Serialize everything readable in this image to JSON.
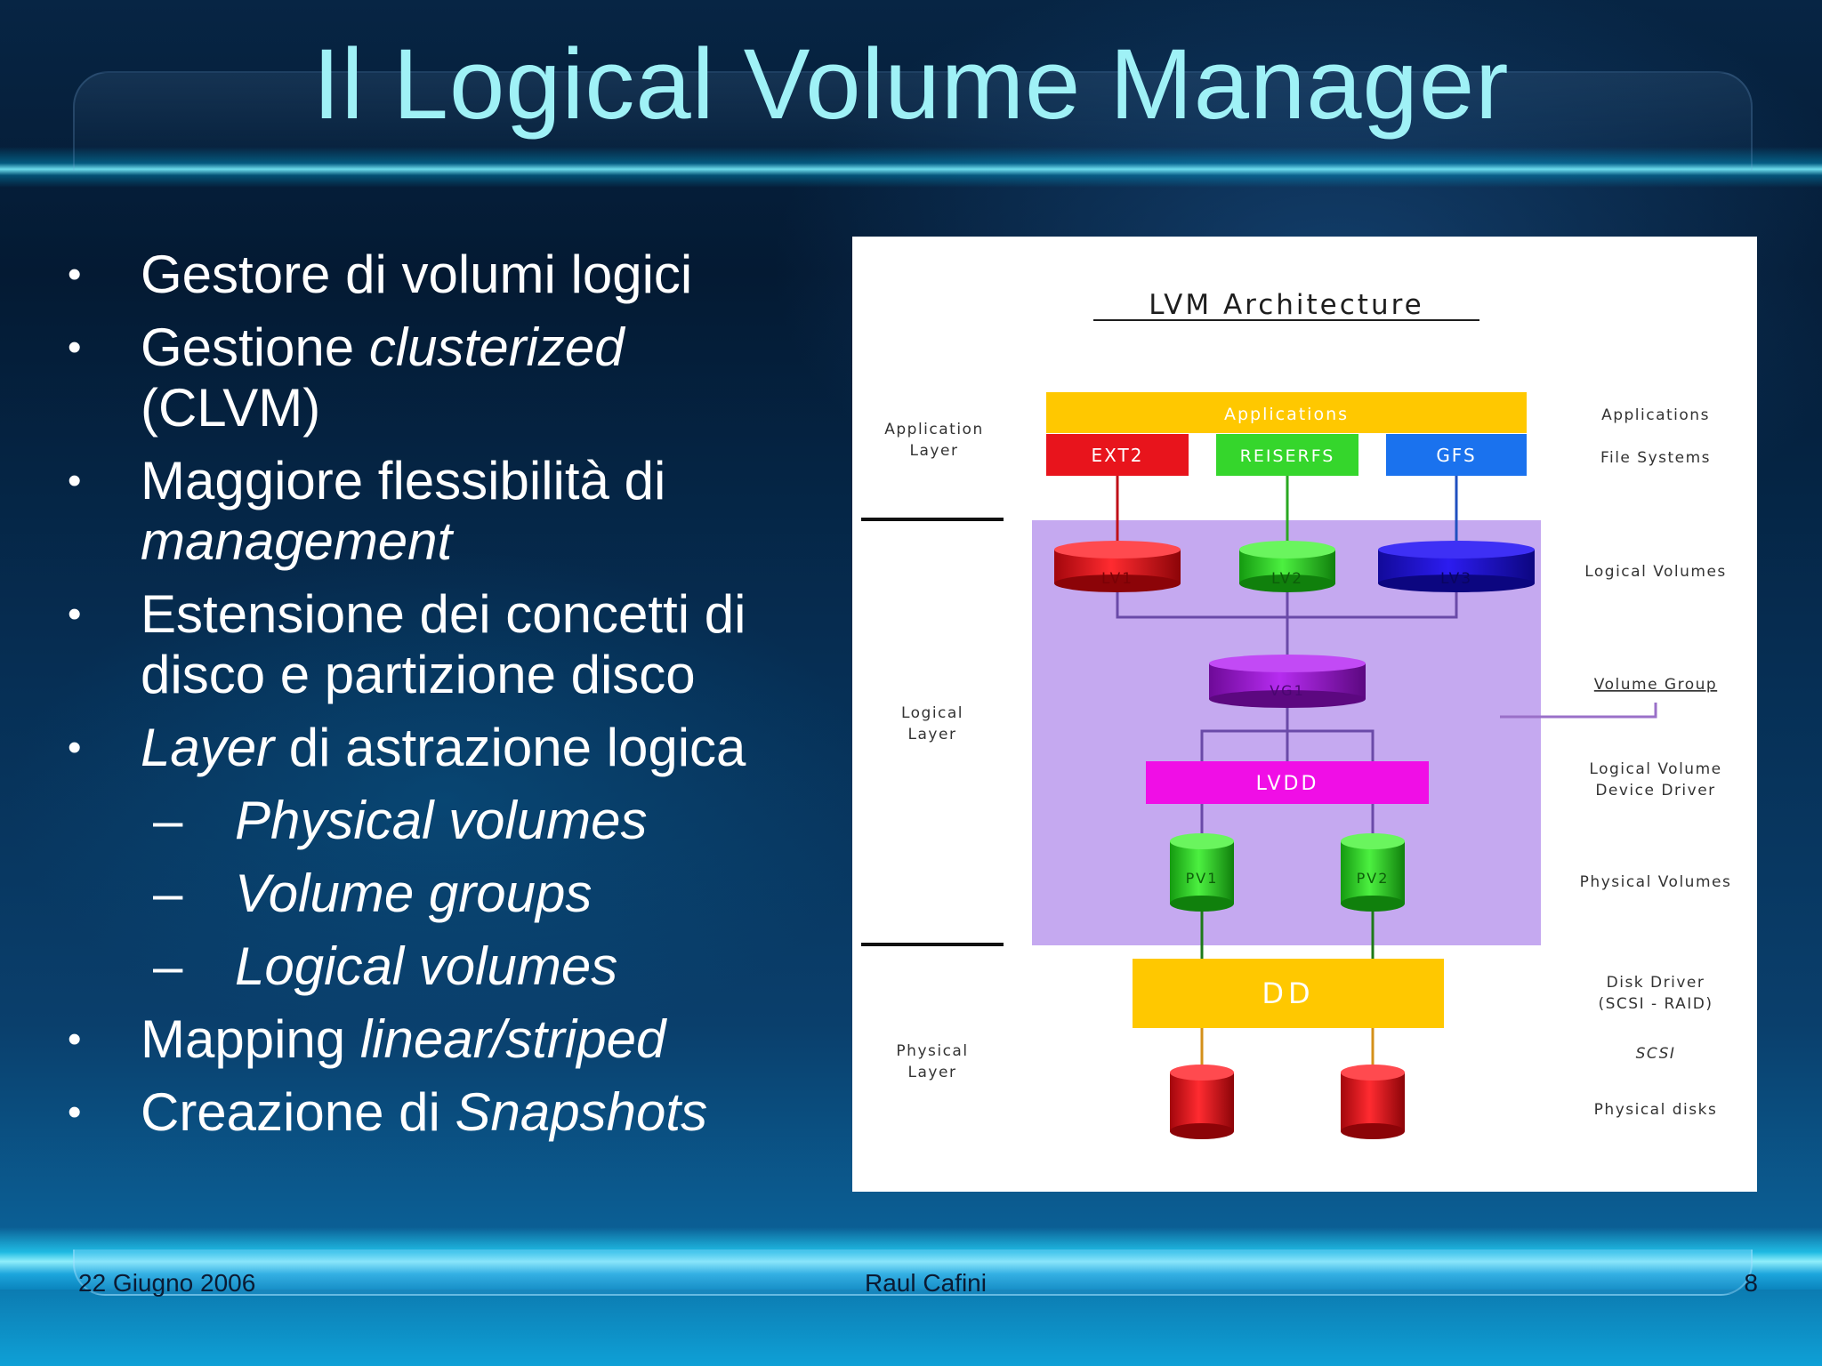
{
  "slide": {
    "title": "Il Logical Volume Manager",
    "bullets": {
      "b1": "Gestore di volumi logici",
      "b2_plain": "Gestione ",
      "b2_italic": "clusterized",
      "b2_line2": "(CLVM)",
      "b3_plain": "Maggiore flessibilità di",
      "b3_italic": "management",
      "b4_line1": "Estensione dei concetti di",
      "b4_line2": "disco e partizione disco",
      "b5_italic": "Layer",
      "b5_plain": " di astrazione logica",
      "sub1": "Physical volumes",
      "sub2": "Volume groups",
      "sub3": "Logical volumes",
      "b6_plain": "Mapping ",
      "b6_italic": "linear/striped",
      "b7_plain": "Creazione di ",
      "b7_italic": "Snapshots"
    },
    "bullet_symbol": "•",
    "dash_symbol": "–",
    "footer": {
      "date": "22 Giugno 2006",
      "author": "Raul Cafini",
      "page": "8"
    }
  },
  "diagram": {
    "title": "LVM Architecture",
    "layers": {
      "application": [
        "Application",
        "Layer"
      ],
      "logical": [
        "Logical",
        "Layer"
      ],
      "physical": [
        "Physical",
        "Layer"
      ]
    },
    "boxes": {
      "applications": "Applications",
      "ext2": "EXT2",
      "reiserfs": "REISERFS",
      "gfs": "GFS",
      "lv1": "LV1",
      "lv2": "LV2",
      "lv3": "LV3",
      "vg1": "VG1",
      "lvdd": "LVDD",
      "pv1": "PV1",
      "pv2": "PV2",
      "dd": "DD"
    },
    "right_labels": {
      "applications": "Applications",
      "file_systems": "File Systems",
      "logical_volumes": "Logical Volumes",
      "volume_group": "Volume Group",
      "lvdd_1": "Logical Volume",
      "lvdd_2": "Device Driver",
      "physical_volumes": "Physical Volumes",
      "disk_driver_1": "Disk Driver",
      "disk_driver_2": "(SCSI - RAID)",
      "scsi": "SCSI",
      "physical_disks": "Physical disks"
    },
    "colors": {
      "yellow": "#ffc800",
      "red": "#e8141c",
      "green": "#35d62c",
      "blue": "#1a72ee",
      "purple_bg": "#c5a9f0",
      "lv3_blue": "#1e10d6",
      "vg_purple": "#9a0fd0",
      "magenta": "#f00ee6"
    }
  }
}
